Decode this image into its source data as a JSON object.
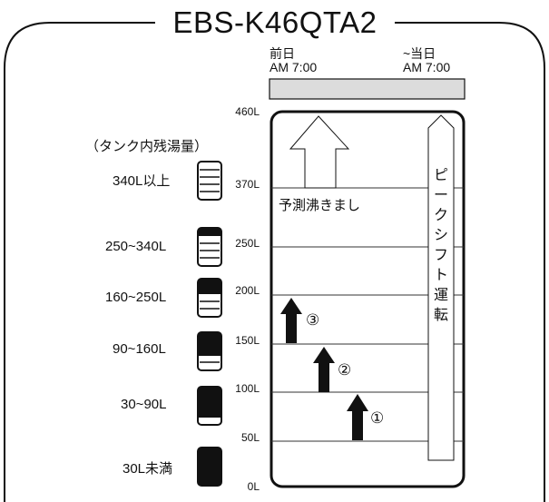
{
  "title": "EBS-K46QTA2",
  "timeline": {
    "start_line1": "前日",
    "start_line2": "AM 7:00",
    "end_line1": "~当日",
    "end_line2": "AM 7:00"
  },
  "legend_heading": "（タンク内残湯量）",
  "levels": [
    {
      "label": "340L以上",
      "filled_fraction": 0.0
    },
    {
      "label": "250~340L",
      "filled_fraction": 0.2
    },
    {
      "label": "160~250L",
      "filled_fraction": 0.4
    },
    {
      "label": "90~160L",
      "filled_fraction": 0.6
    },
    {
      "label": "30~90L",
      "filled_fraction": 0.8
    },
    {
      "label": "30L未満",
      "filled_fraction": 1.0
    }
  ],
  "ticks": [
    "460L",
    "370L",
    "250L",
    "200L",
    "150L",
    "100L",
    "50L",
    "0L"
  ],
  "forecast_label": "予測沸きまし",
  "peak_shift_label": "ピークシフト運転",
  "steps": [
    "①",
    "②",
    "③"
  ]
}
